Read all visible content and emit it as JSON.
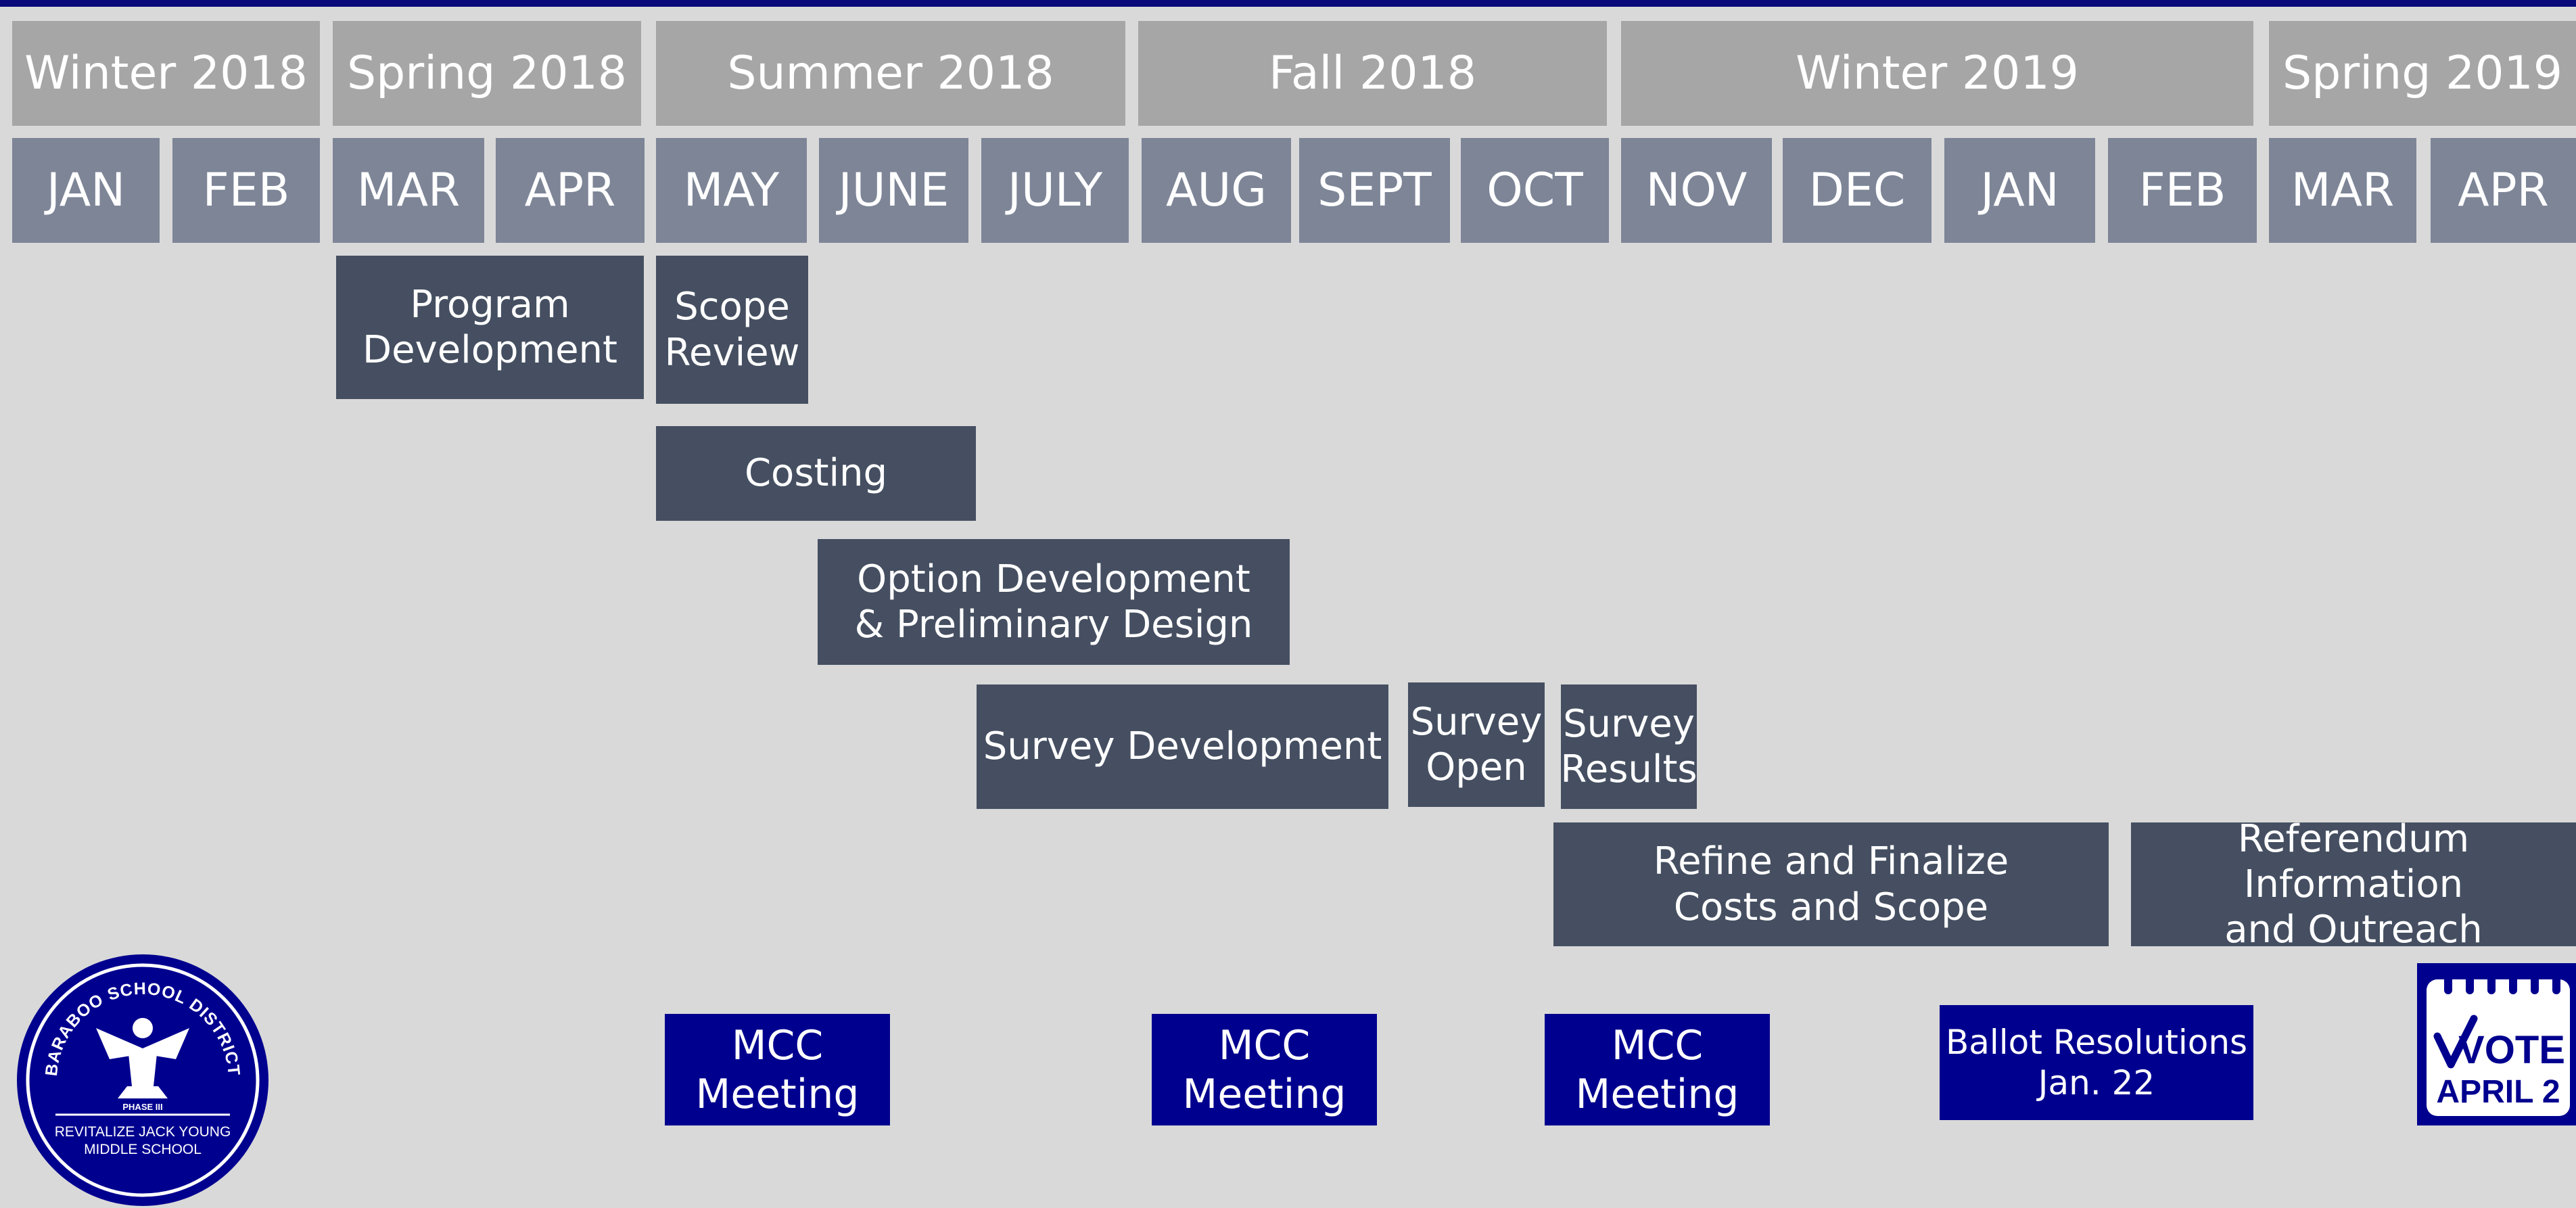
{
  "seasons": [
    "Winter 2018",
    "Spring 2018",
    "Summer 2018",
    "Fall 2018",
    "Winter 2019",
    "Spring 2019"
  ],
  "months": [
    "JAN",
    "FEB",
    "MAR",
    "APR",
    "MAY",
    "JUNE",
    "JULY",
    "AUG",
    "SEPT",
    "OCT",
    "NOV",
    "DEC",
    "JAN",
    "FEB",
    "MAR",
    "APR"
  ],
  "tasks": {
    "program_development": "Program\nDevelopment",
    "scope_review": "Scope\nReview",
    "costing": "Costing",
    "option_development": "Option Development\n& Preliminary Design",
    "survey_development": "Survey Development",
    "survey_open": "Survey\nOpen",
    "survey_results": "Survey\nResults",
    "refine_finalize": "Refine and Finalize\nCosts and Scope",
    "referendum_info": "Referendum Information\nand Outreach"
  },
  "meetings": [
    "MCC\nMeeting",
    "MCC\nMeeting",
    "MCC\nMeeting"
  ],
  "ballot": "Ballot Resolutions\nJan. 22",
  "seal": {
    "district": "BARABOO SCHOOL DISTRICT",
    "phase": "PHASE III",
    "line1": "REVITALIZE JACK YOUNG",
    "line2": "MIDDLE SCHOOL"
  },
  "vote_badge": {
    "vote": "VOTE",
    "date": "APRIL 2"
  },
  "colors": {
    "background": "#d9d9d9",
    "season": "#a6a6a6",
    "month": "#7d8597",
    "task": "#454f61",
    "meeting": "#00008f",
    "topbar": "#0a0a7a"
  }
}
